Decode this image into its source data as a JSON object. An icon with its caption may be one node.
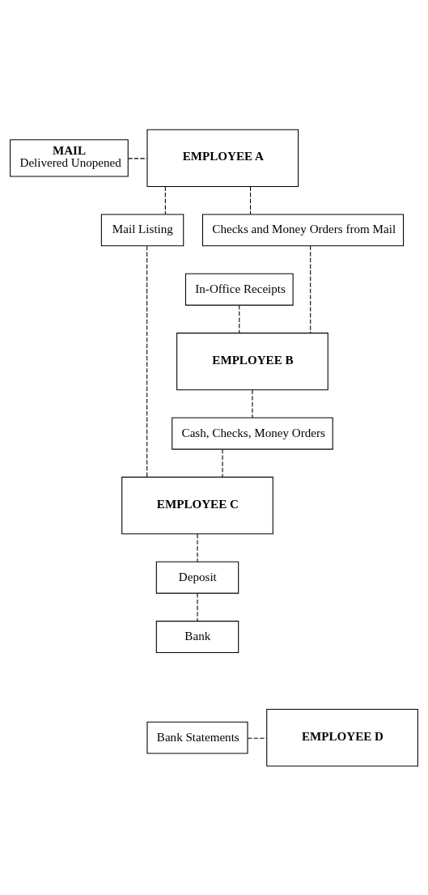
{
  "diagram": {
    "nodes": [
      {
        "text": [
          "MAIL",
          "Delivered Unopened"
        ]
      },
      {
        "text": [
          "EMPLOYEE A"
        ]
      },
      {
        "text": [
          "Mail Listing"
        ]
      },
      {
        "text": [
          "Checks and Money Orders from Mail"
        ]
      },
      {
        "text": [
          "In-Office Receipts"
        ]
      },
      {
        "text": [
          "EMPLOYEE B"
        ]
      },
      {
        "text": [
          "Cash, Checks, Money Orders"
        ]
      },
      {
        "text": [
          "EMPLOYEE C"
        ]
      },
      {
        "text": [
          "Deposit"
        ]
      },
      {
        "text": [
          "Bank"
        ]
      },
      {
        "text": [
          "Bank Statements"
        ]
      },
      {
        "text": [
          "EMPLOYEE D"
        ]
      }
    ],
    "edges": [
      {
        "from": 0,
        "to": 1,
        "arrow": "none",
        "style": "dashed"
      },
      {
        "from": 1,
        "to": 2,
        "arrow": "none",
        "style": "dashed"
      },
      {
        "from": 1,
        "to": 3,
        "arrow": "none",
        "style": "dashed"
      },
      {
        "from": 3,
        "to": 5,
        "arrow": "none",
        "style": "dashed"
      },
      {
        "from": 4,
        "to": 5,
        "arrow": "none",
        "style": "dashed"
      },
      {
        "from": 2,
        "to": 7,
        "arrow": "none",
        "style": "dashed"
      },
      {
        "from": 5,
        "to": 6,
        "arrow": "none",
        "style": "dashed"
      },
      {
        "from": 6,
        "to": 7,
        "arrow": "none",
        "style": "dashed"
      },
      {
        "from": 7,
        "to": 8,
        "arrow": "none",
        "style": "dashed"
      },
      {
        "from": 8,
        "to": 9,
        "arrow": "none",
        "style": "dashed"
      },
      {
        "from": 10,
        "to": 11,
        "arrow": "none",
        "style": "dashed"
      }
    ]
  }
}
